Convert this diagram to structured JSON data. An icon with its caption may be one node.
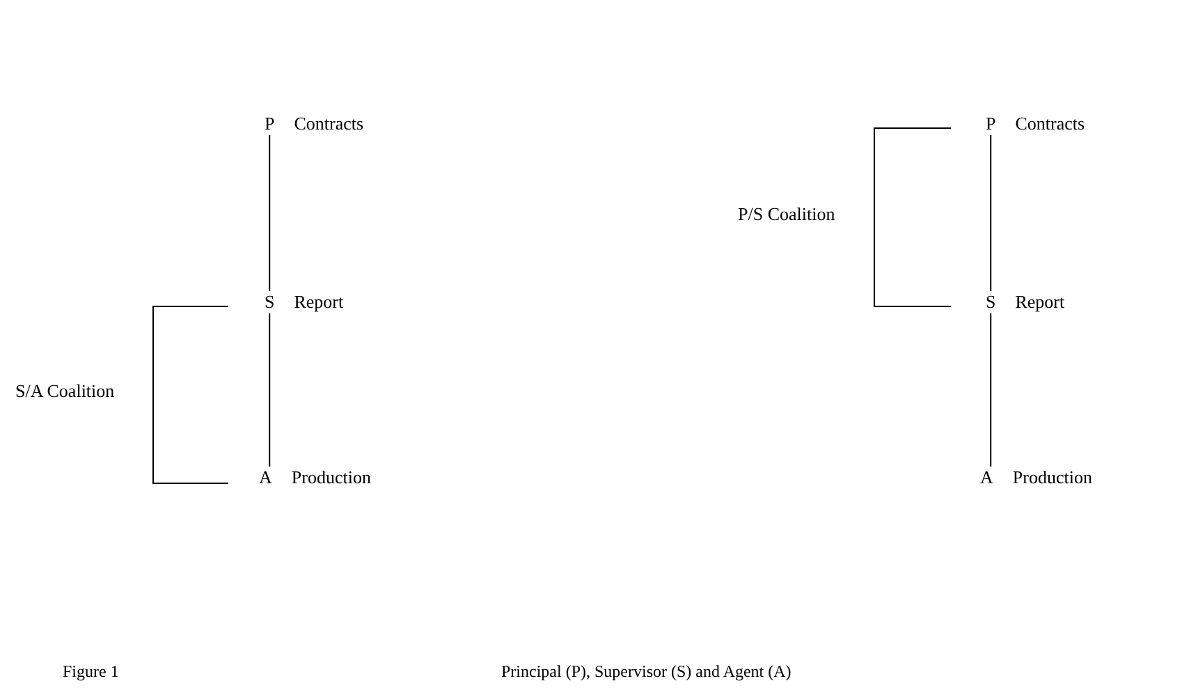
{
  "diagram": {
    "nodes": [
      {
        "text": [
          "P"
        ],
        "beside": [
          "Contracts"
        ]
      },
      {
        "text": [
          "S"
        ],
        "beside": [
          "Report"
        ]
      },
      {
        "text": [
          "A"
        ],
        "beside": [
          "Production"
        ]
      },
      {
        "text": [
          "P"
        ],
        "beside": [
          "Contracts"
        ]
      },
      {
        "text": [
          "S"
        ],
        "beside": [
          "Report"
        ]
      },
      {
        "text": [
          "A"
        ],
        "beside": [
          "Production"
        ]
      }
    ],
    "edges": [
      {
        "from": 0,
        "to": 1,
        "arrow": "none"
      },
      {
        "from": 1,
        "to": 2,
        "arrow": "none"
      },
      {
        "from": 3,
        "to": 4,
        "arrow": "none"
      },
      {
        "from": 4,
        "to": 5,
        "arrow": "none"
      }
    ],
    "labels": [
      "P/S Coalition",
      "S/A Coalition",
      "Figure 1",
      "Principal (P), Supervisor (S) and Agent (A)"
    ]
  }
}
